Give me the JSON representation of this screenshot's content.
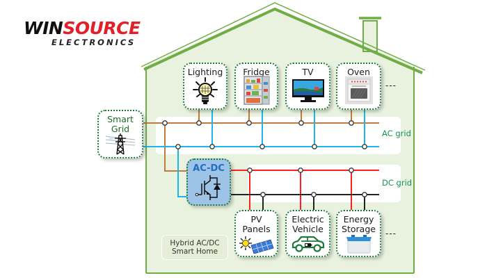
{
  "logo": {
    "brand_part1": "WIN",
    "brand_part2": "SOURCE",
    "subtitle": "ELECTRONICS"
  },
  "colors": {
    "house_green": "#70ad47",
    "house_fill": "#e9f2de",
    "ac_phase_line": "#c07a3e",
    "ac_neutral_line": "#1cb4ea",
    "dc_positive_line": "#ff1f1f",
    "dc_negative_line": "#222222",
    "converter_fill": "#9dc3e6",
    "label_green": "#1a9050"
  },
  "loads": [
    {
      "label": "Lighting",
      "icon": "light-bulb-icon"
    },
    {
      "label": "Fridge",
      "icon": "fridge-icon"
    },
    {
      "label": "TV",
      "icon": "tv-icon"
    },
    {
      "label": "Oven",
      "icon": "oven-icon"
    }
  ],
  "loads_more": "---",
  "smart_grid": {
    "label_line1": "Smart",
    "label_line2": "Grid",
    "icon": "power-tower-icon"
  },
  "converter": {
    "label": "AC-DC",
    "icon": "igbt-transistor-icon"
  },
  "ac_grid_label": "AC grid",
  "dc_grid_label": "DC grid",
  "dc_devices": [
    {
      "label_line1": "PV",
      "label_line2": "Panels",
      "icon": "solar-panel-icon"
    },
    {
      "label_line1": "Electric",
      "label_line2": "Vehicle",
      "icon": "electric-car-icon"
    },
    {
      "label_line1": "Energy",
      "label_line2": "Storage",
      "icon": "battery-icon"
    }
  ],
  "dc_more": "---",
  "home_label": {
    "line1": "Hybrid AC/DC",
    "line2": "Smart Home"
  }
}
